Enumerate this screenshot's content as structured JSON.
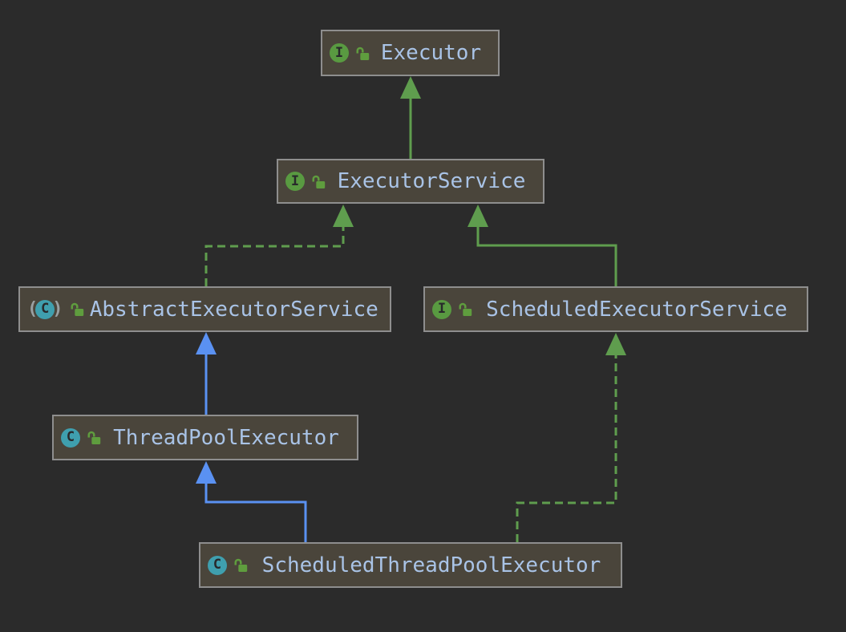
{
  "diagram": {
    "title": "Java Executor class hierarchy UML diagram",
    "colors": {
      "background": "#2b2b2b",
      "node_fill": "#4a453b",
      "node_border": "#8e8e8e",
      "label_text": "#a9c3e6",
      "interface_icon": "#599a41",
      "class_icon": "#3f9fae",
      "public_lock_icon": "#5f9d3e",
      "interface_edge_green": "#5f9d4e",
      "class_edge_blue": "#5a91f2"
    },
    "icons": {
      "interface_letter": "I",
      "class_letter": "C",
      "paren_open": "(",
      "paren_close": ")"
    },
    "nodes": [
      {
        "id": "executor",
        "label": "Executor",
        "kind": "interface",
        "visibility": "public"
      },
      {
        "id": "executor-service",
        "label": "ExecutorService",
        "kind": "interface",
        "visibility": "public"
      },
      {
        "id": "abstract-executor-service",
        "label": "AbstractExecutorService",
        "kind": "abstract-class",
        "visibility": "public"
      },
      {
        "id": "scheduled-executor-service",
        "label": "ScheduledExecutorService",
        "kind": "interface",
        "visibility": "public"
      },
      {
        "id": "thread-pool-executor",
        "label": "ThreadPoolExecutor",
        "kind": "class",
        "visibility": "public"
      },
      {
        "id": "scheduled-thread-pool-executor",
        "label": "ScheduledThreadPoolExecutor",
        "kind": "class",
        "visibility": "public"
      }
    ],
    "edges": [
      {
        "from": "ExecutorService",
        "to": "Executor",
        "relation": "extends",
        "line": "solid",
        "color": "green"
      },
      {
        "from": "AbstractExecutorService",
        "to": "ExecutorService",
        "relation": "implements",
        "line": "dashed",
        "color": "green"
      },
      {
        "from": "ScheduledExecutorService",
        "to": "ExecutorService",
        "relation": "extends",
        "line": "solid",
        "color": "green"
      },
      {
        "from": "ThreadPoolExecutor",
        "to": "AbstractExecutorService",
        "relation": "extends",
        "line": "solid",
        "color": "blue"
      },
      {
        "from": "ScheduledThreadPoolExecutor",
        "to": "ThreadPoolExecutor",
        "relation": "extends",
        "line": "solid",
        "color": "blue"
      },
      {
        "from": "ScheduledThreadPoolExecutor",
        "to": "ScheduledExecutorService",
        "relation": "implements",
        "line": "dashed",
        "color": "green"
      }
    ]
  }
}
